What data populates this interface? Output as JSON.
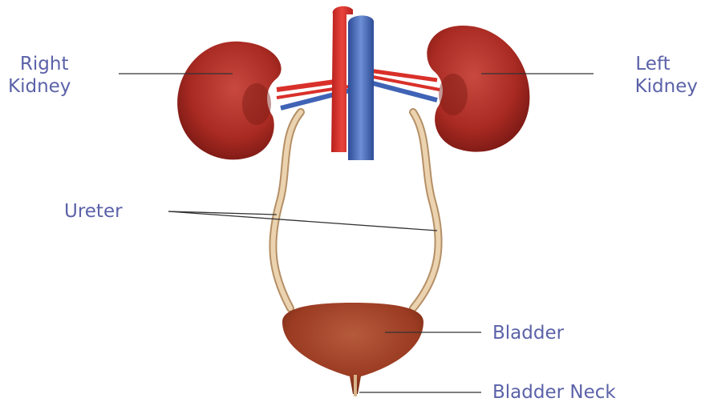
{
  "labels": {
    "right_kidney": [
      "Right",
      "Kidney"
    ],
    "left_kidney": [
      "Left",
      "Kidney"
    ],
    "ureter": "Ureter",
    "bladder": "Bladder",
    "bladder_neck": "Bladder Neck"
  },
  "colors": {
    "label_text": "#5b62a8",
    "leader_line": "#333333",
    "kidney": "#a82a22",
    "kidney_dark": "#6e1410",
    "artery": "#d9302a",
    "vein": "#3f63b5",
    "ureter": "#e6c9a3",
    "ureter_edge": "#b48f66",
    "bladder": "#9a3b22"
  },
  "icons": [
    "right-kidney-icon",
    "left-kidney-icon",
    "aorta-icon",
    "vena-cava-icon",
    "bladder-icon"
  ]
}
